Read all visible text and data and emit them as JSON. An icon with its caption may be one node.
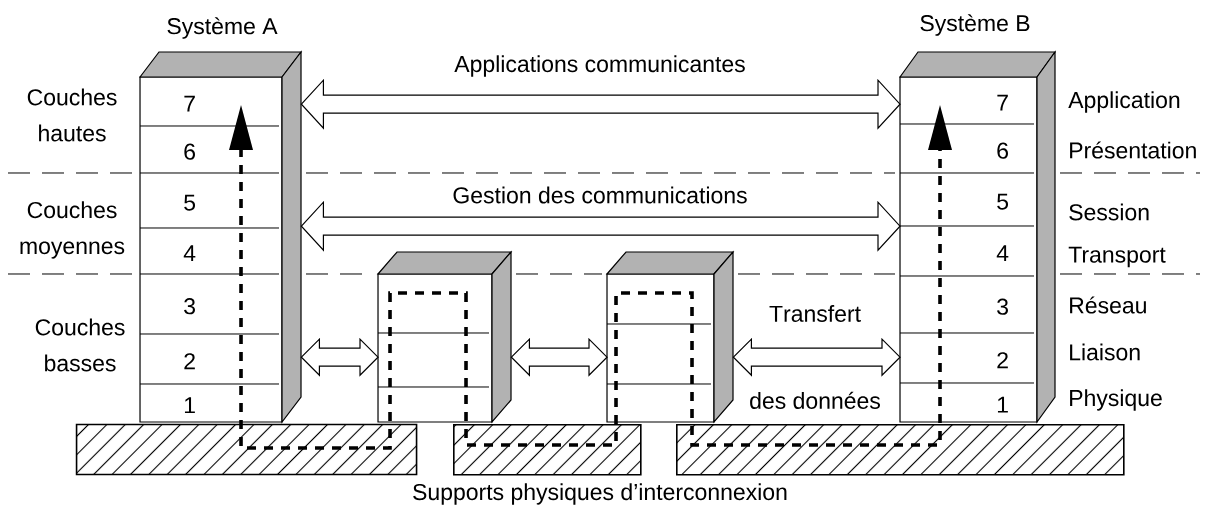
{
  "diagram": {
    "nodes": [
      {
        "text": [
          "Système A"
        ]
      },
      {
        "text": [
          "7"
        ],
        "in": 0
      },
      {
        "text": [
          "6"
        ],
        "in": 0
      },
      {
        "text": [
          "5"
        ],
        "in": 0
      },
      {
        "text": [
          "4"
        ],
        "in": 0
      },
      {
        "text": [
          "3"
        ],
        "in": 0
      },
      {
        "text": [
          "2"
        ],
        "in": 0
      },
      {
        "text": [
          "1"
        ],
        "in": 0
      },
      {
        "text": [],
        "shape": "box"
      },
      {
        "text": [],
        "shape": "box"
      },
      {
        "text": [
          "Système B"
        ]
      },
      {
        "text": [
          "7"
        ],
        "in": 10
      },
      {
        "text": [
          "6"
        ],
        "in": 10
      },
      {
        "text": [
          "5"
        ],
        "in": 10
      },
      {
        "text": [
          "4"
        ],
        "in": 10
      },
      {
        "text": [
          "3"
        ],
        "in": 10
      },
      {
        "text": [
          "2"
        ],
        "in": 10
      },
      {
        "text": [
          "1"
        ],
        "in": 10
      },
      {
        "text": [],
        "shape": "bar"
      },
      {
        "text": [],
        "shape": "bar"
      },
      {
        "text": [],
        "shape": "bar"
      }
    ],
    "edges": [
      {
        "from": 0,
        "to": 10,
        "arrow": "both",
        "label": "Applications communicantes"
      },
      {
        "from": 0,
        "to": 10,
        "arrow": "both",
        "label": "Gestion des communications"
      },
      {
        "from": 0,
        "to": 8,
        "arrow": "both"
      },
      {
        "from": 8,
        "to": 9,
        "arrow": "both"
      },
      {
        "from": 9,
        "to": 10,
        "arrow": "both",
        "label": "Transfert des données"
      }
    ],
    "labels": [
      "Couches hautes",
      "Couches moyennes",
      "Couches basses",
      "Application",
      "Présentation",
      "Session",
      "Transport",
      "Réseau",
      "Liaison",
      "Physique",
      "Supports physiques d’interconnexion"
    ]
  }
}
